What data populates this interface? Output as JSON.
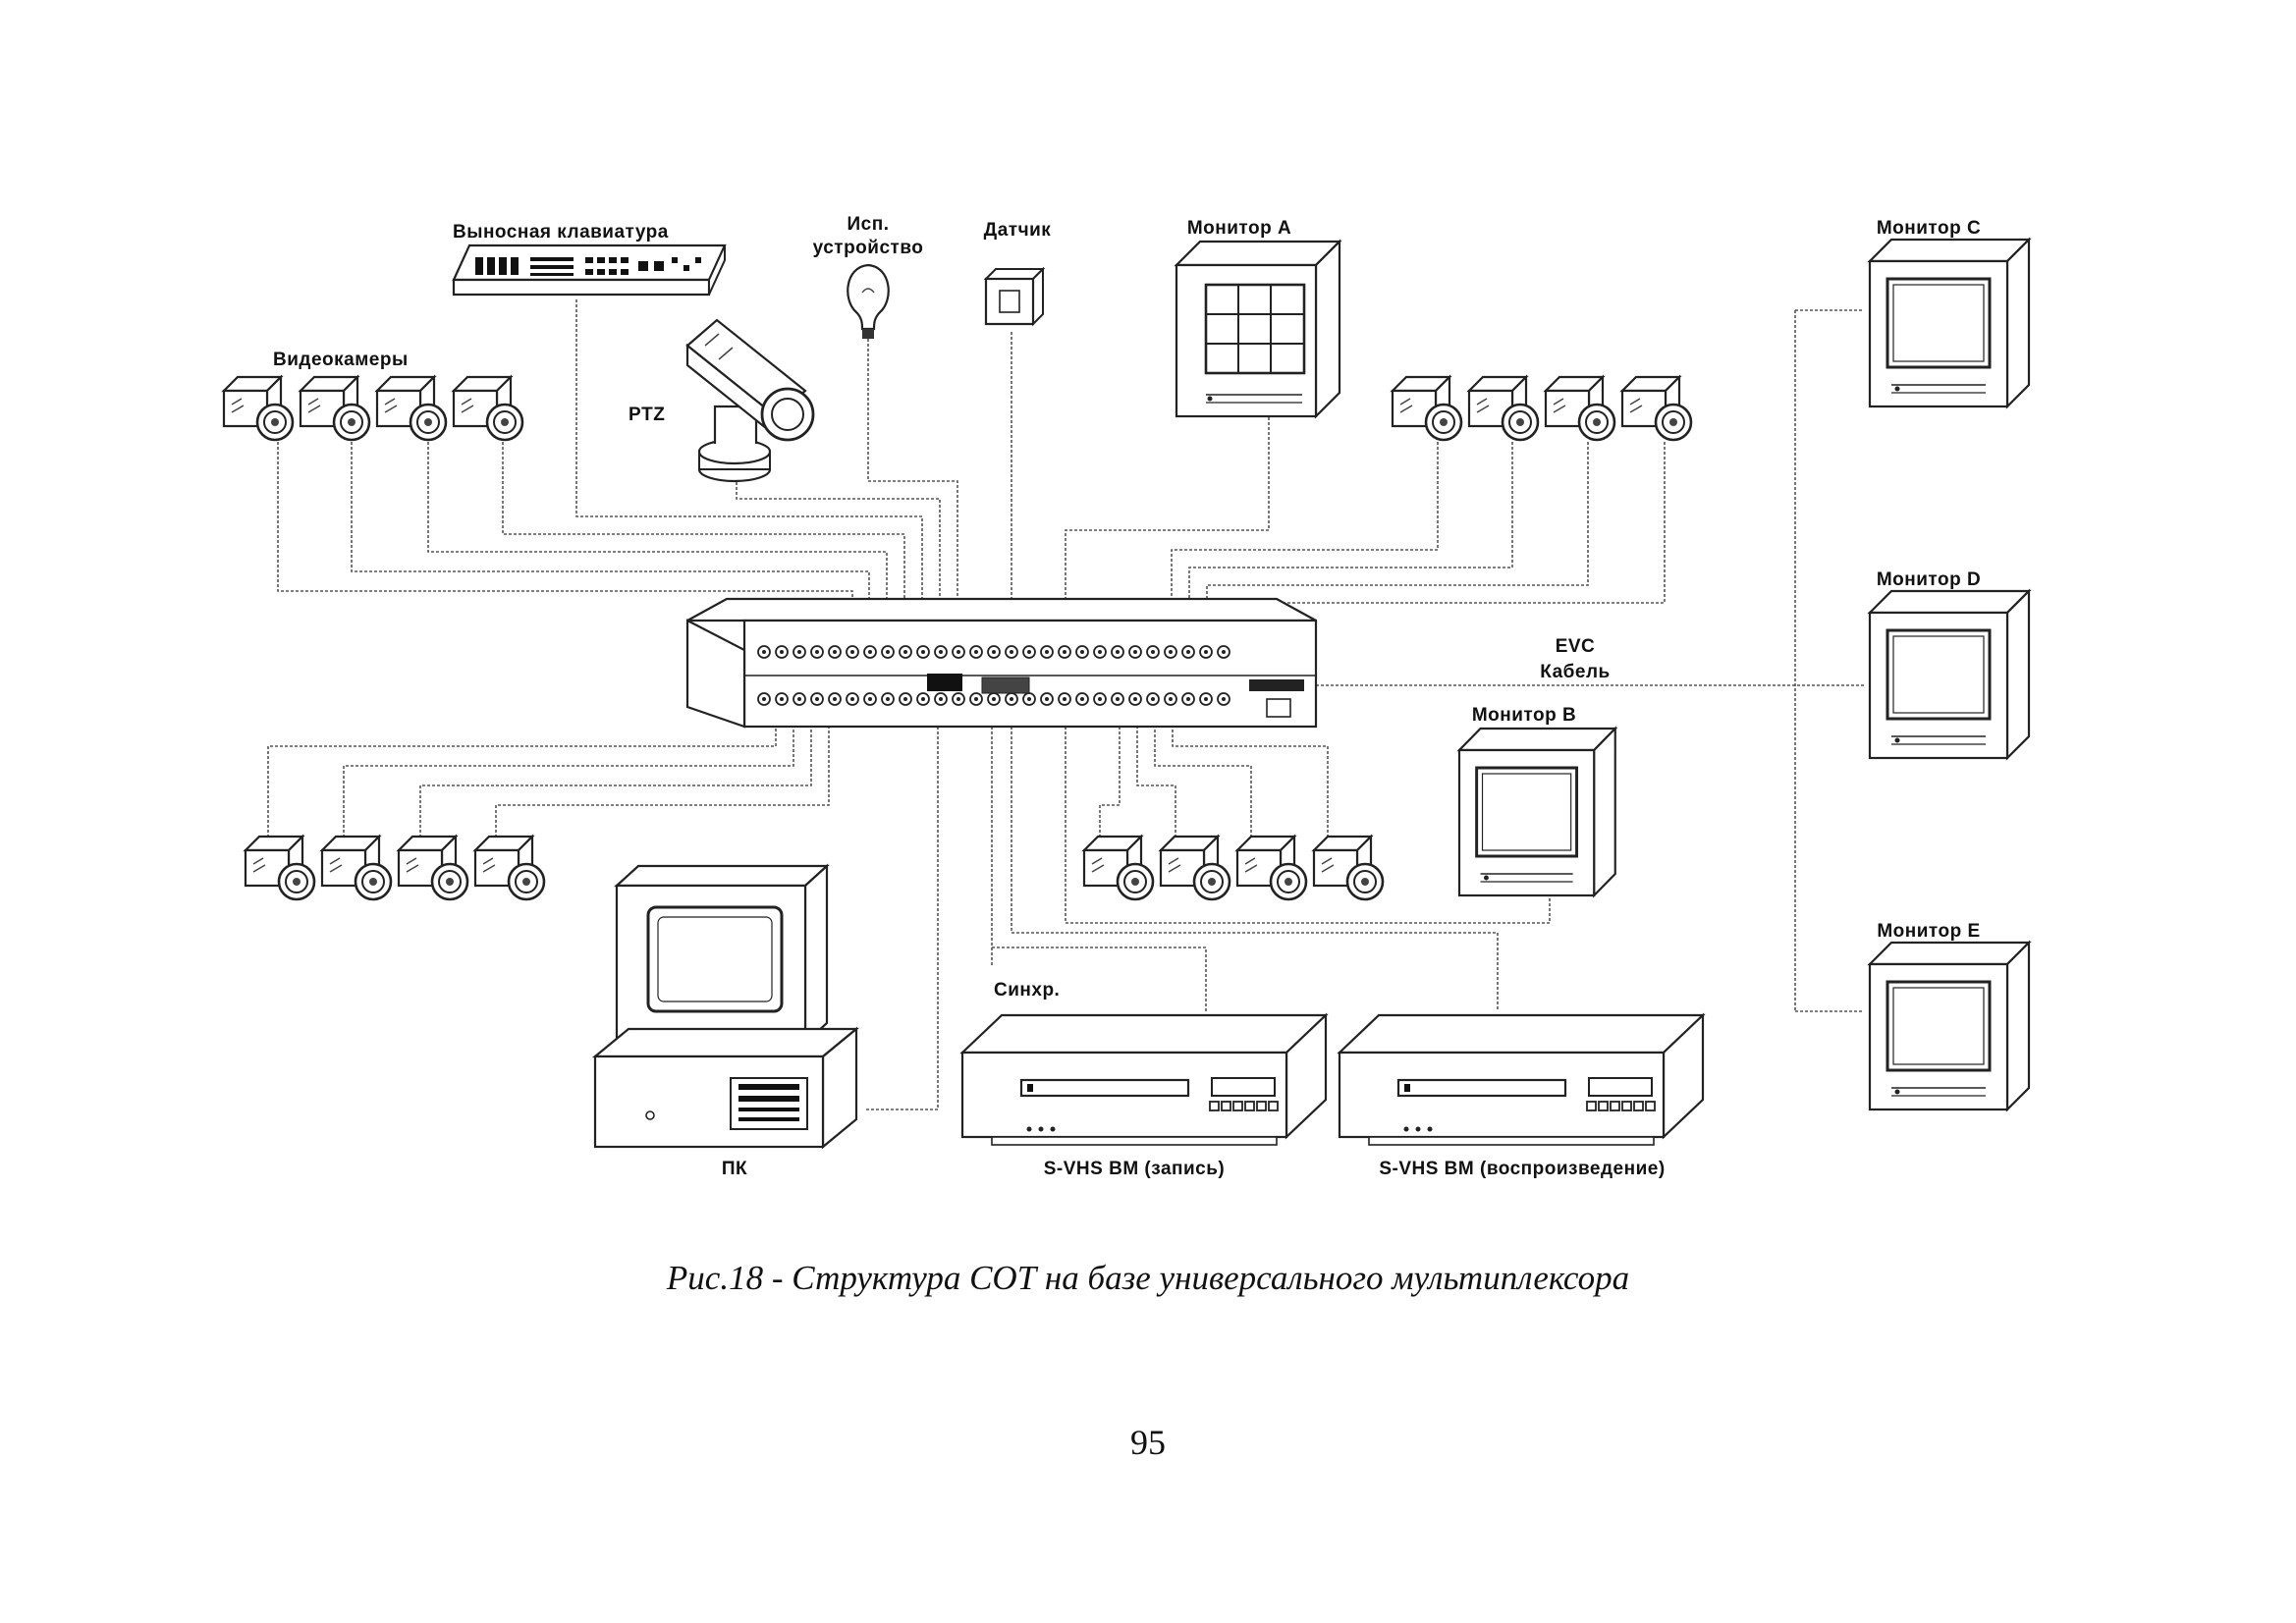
{
  "labels": {
    "keyboard": "Выносная клавиатура",
    "actuator_line1": "Исп.",
    "actuator_line2": "устройство",
    "sensor": "Датчик",
    "monitor_a": "Монитор А",
    "monitor_b": "Монитор B",
    "monitor_c": "Монитор C",
    "monitor_d": "Монитор D",
    "monitor_e": "Монитор E",
    "cameras": "Видеокамеры",
    "ptz": "PTZ",
    "evc_line1": "EVC",
    "evc_line2": "Кабель",
    "sync": "Синхр.",
    "pc": "ПК",
    "vcr_record": "S-VHS ВМ (запись)",
    "vcr_play": "S-VHS ВМ (воспроизведение)"
  },
  "caption": "Рис.18 - Структура СОТ на базе универсального мультиплексора",
  "page_number": "95"
}
